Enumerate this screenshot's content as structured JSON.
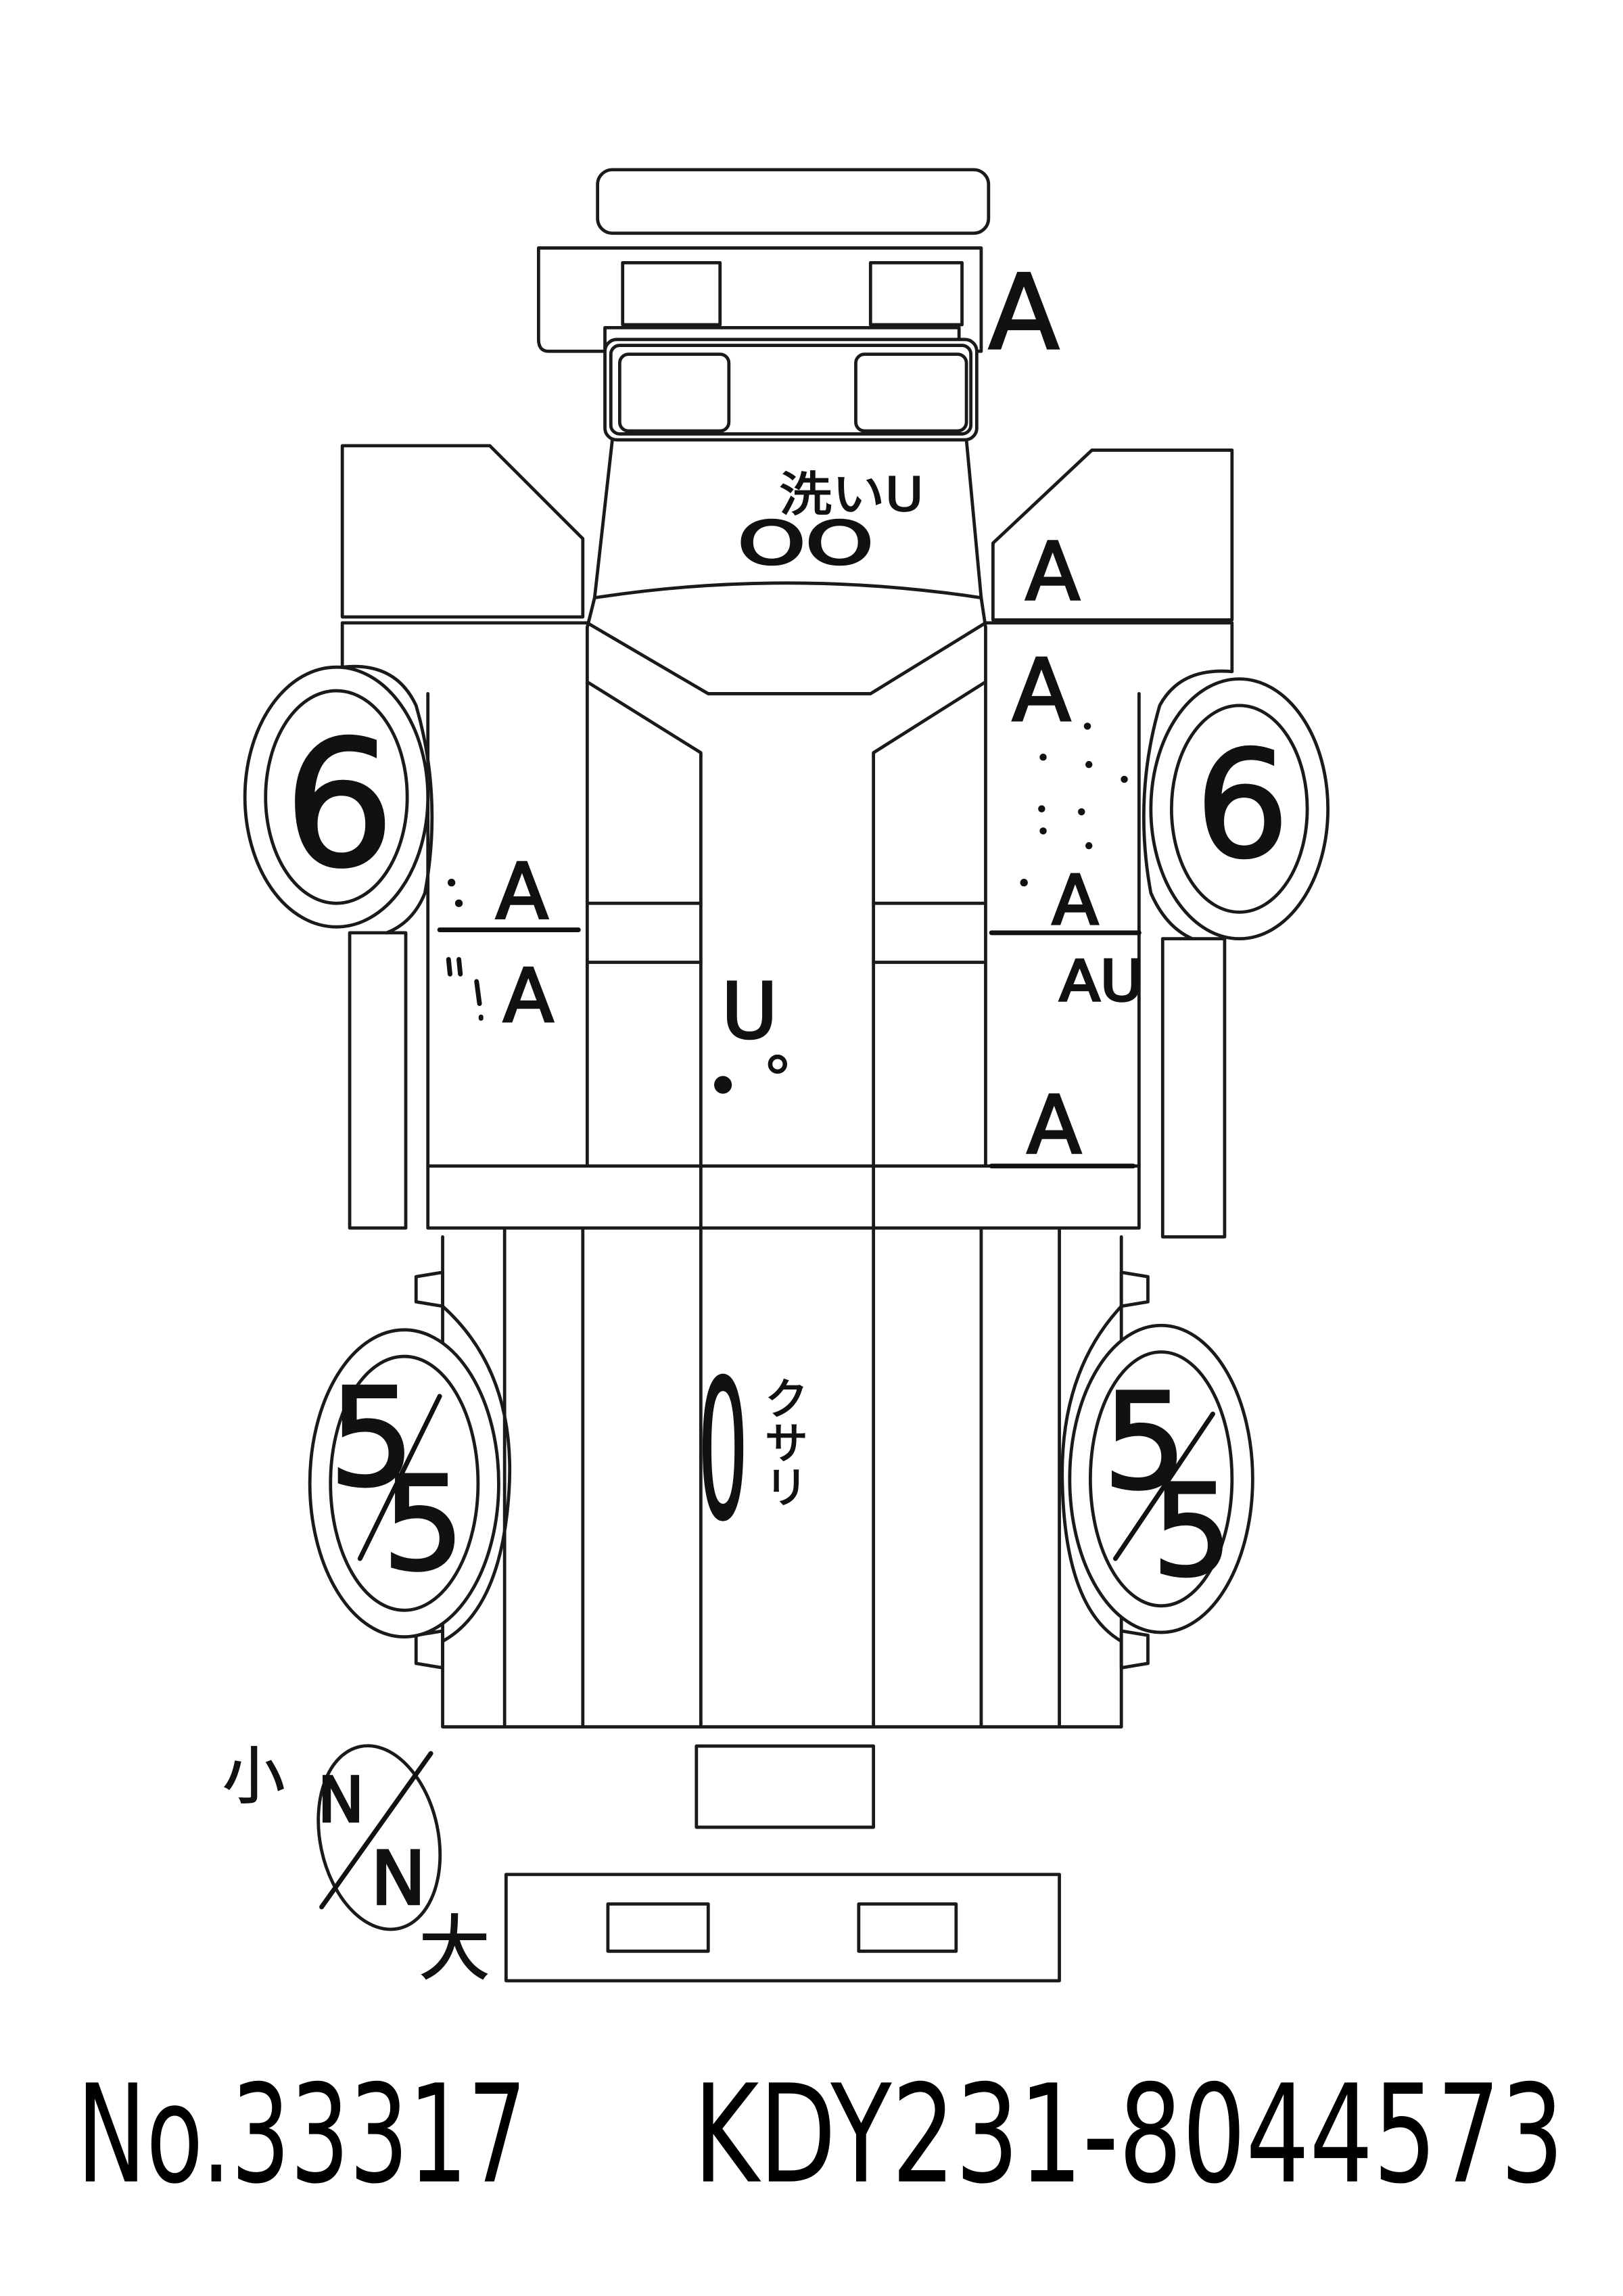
{
  "diagram": {
    "front_bumper_mark": "A",
    "hood_note": "洗いU",
    "hood_mark": "OO",
    "right_mirror_mark": "A",
    "right_front_fender_mark": "A",
    "left_front_tire": "6",
    "right_front_tire": "6",
    "left_door_upper_mark": "A",
    "left_door_lower_mark": "A",
    "right_door_upper_mark": "A",
    "right_door_lower_mark": "AU",
    "right_rear_mark": "A",
    "roof_mark": "U",
    "bed_mark": "0",
    "bed_note": "クサリ",
    "left_rear_tire": {
      "top": "5",
      "bottom": "5"
    },
    "right_rear_tire": {
      "top": "5",
      "bottom": "5"
    },
    "size_gauge": {
      "small": "小",
      "top": "N",
      "bottom": "N",
      "large": "大"
    }
  },
  "footer": {
    "number": "No.33317",
    "chassis": "KDY231-8044573"
  }
}
